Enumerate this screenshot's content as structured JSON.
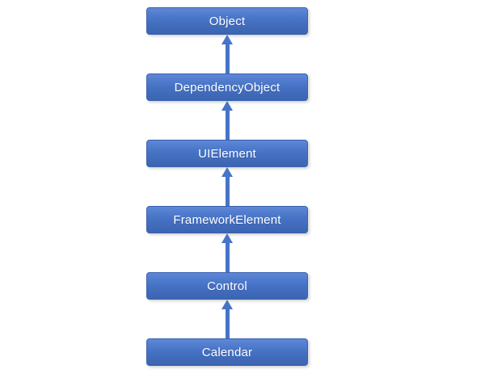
{
  "diagram": {
    "type": "class-inheritance-hierarchy",
    "direction": "child-to-parent-upward",
    "nodes": [
      {
        "label": "Object"
      },
      {
        "label": "DependencyObject"
      },
      {
        "label": "UIElement"
      },
      {
        "label": "FrameworkElement"
      },
      {
        "label": "Control"
      },
      {
        "label": "Calendar"
      }
    ],
    "edges": [
      {
        "from": "DependencyObject",
        "to": "Object"
      },
      {
        "from": "UIElement",
        "to": "DependencyObject"
      },
      {
        "from": "FrameworkElement",
        "to": "UIElement"
      },
      {
        "from": "Control",
        "to": "FrameworkElement"
      },
      {
        "from": "Calendar",
        "to": "Control"
      }
    ],
    "colors": {
      "box_fill_top": "#5e88d6",
      "box_fill_mid": "#4673c6",
      "box_fill_bottom": "#3c64b0",
      "box_border": "#3a62ae",
      "arrow": "#4574c8",
      "text": "#ffffff",
      "background": "#ffffff"
    }
  }
}
